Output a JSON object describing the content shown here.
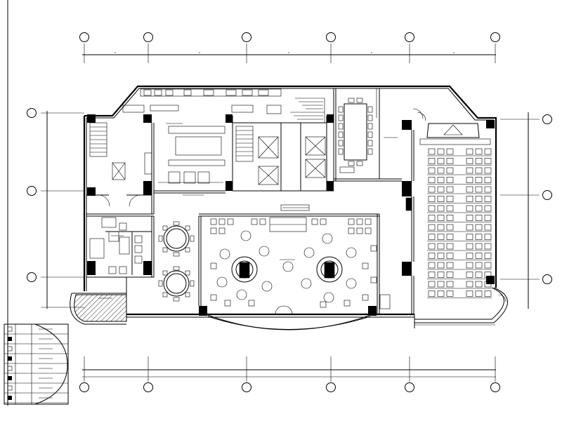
{
  "drawing": {
    "background": "#ffffff",
    "line_color": "#000000"
  },
  "grid": {
    "top_bubbles": 6,
    "bottom_bubbles": 6,
    "left_bubbles": 3,
    "right_bubbles": 3
  },
  "legend": {
    "rows": 8
  }
}
